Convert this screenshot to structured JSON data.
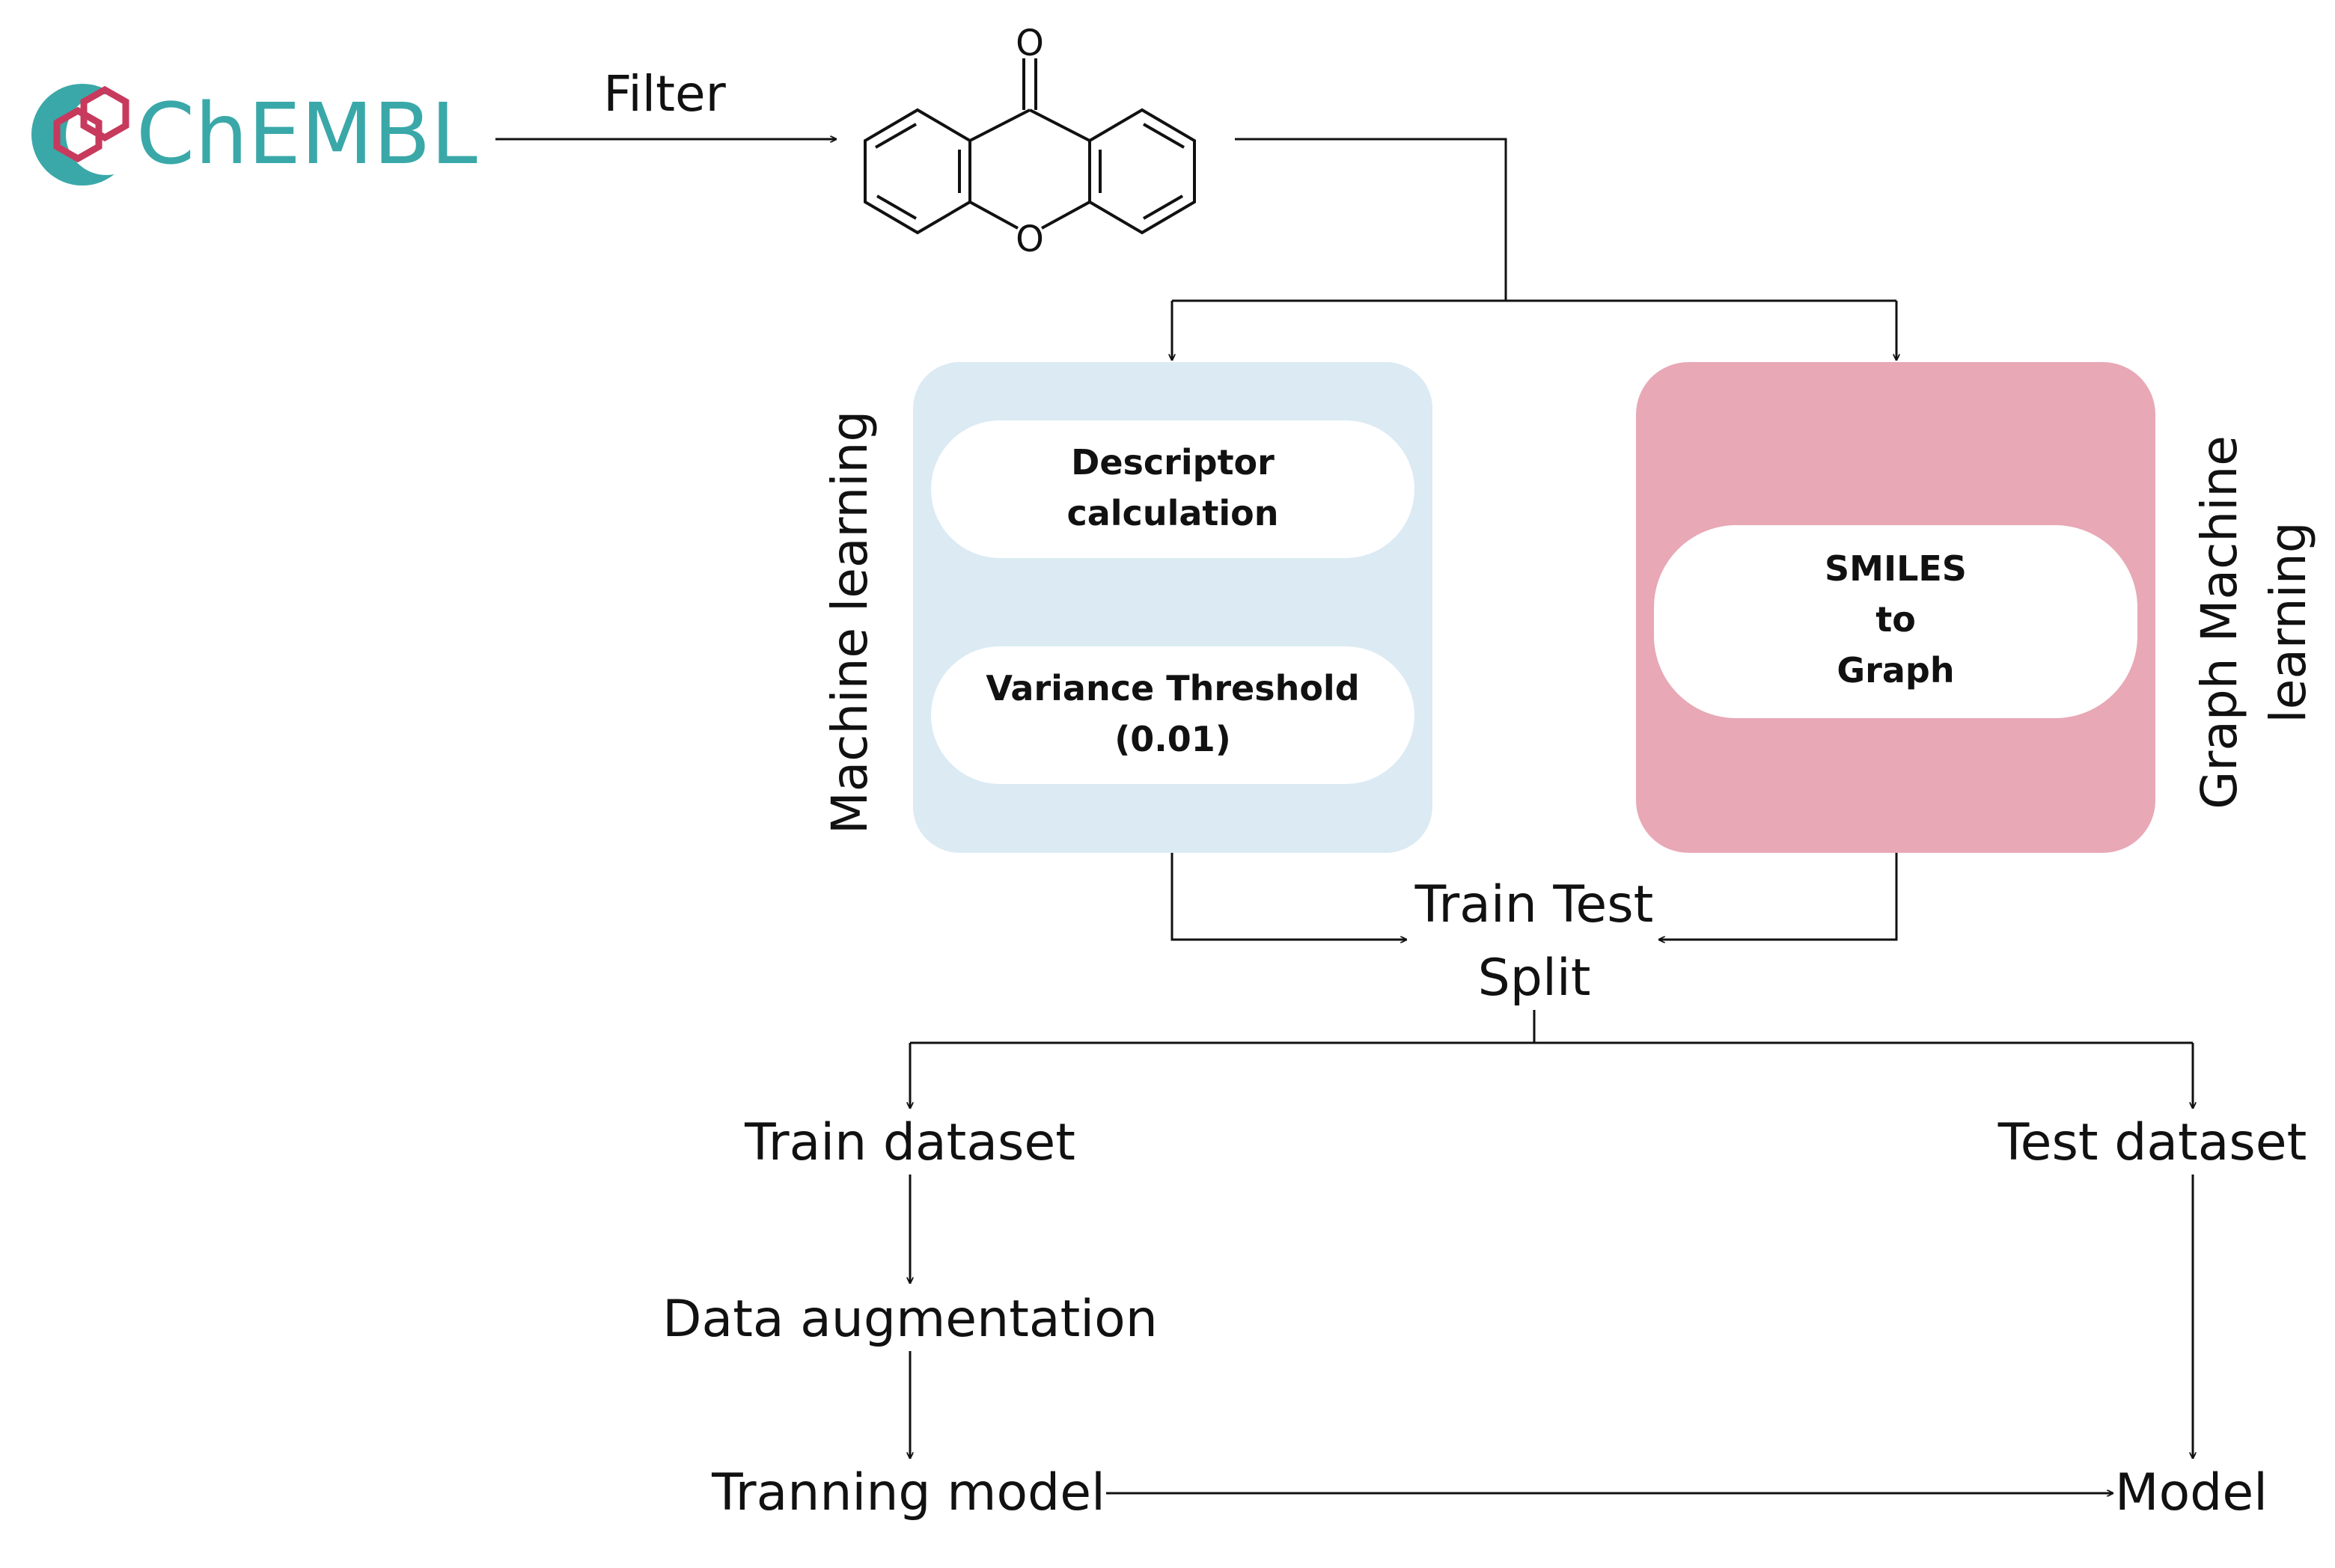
{
  "logo": {
    "text": "ChEMBL",
    "color": "#3aa8a8",
    "accent": "#c73a5d"
  },
  "filter_label": "Filter",
  "molecule": {
    "atoms": [
      "O",
      "O"
    ]
  },
  "ml_branch": {
    "side_label": "Machine learning",
    "box_color": "#dbeaf3",
    "step1": [
      "Descriptor",
      "calculation"
    ],
    "step2": [
      "Variance Threshold",
      "(0.01)"
    ]
  },
  "gml_branch": {
    "side_label": [
      "Graph Machine",
      "learning"
    ],
    "box_color": "#e8a8b6",
    "step": [
      "SMILES",
      "to",
      "Graph"
    ]
  },
  "split_label": [
    "Train Test",
    "Split"
  ],
  "train_dataset": "Train dataset",
  "test_dataset": "Test dataset",
  "augmentation": "Data augmentation",
  "training_model": "Tranning model",
  "model": "Model"
}
